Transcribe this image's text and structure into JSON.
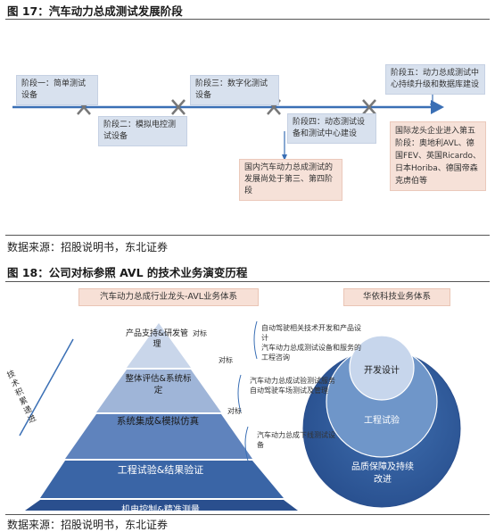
{
  "fig17": {
    "label": "图 17：汽车动力总成测试发展阶段",
    "stages": [
      "阶段一：简单测试设备",
      "阶段二：模拟电控测试设备",
      "阶段三：数字化测试设备",
      "阶段四：动态测试设备和测试中心建设",
      "阶段五：动力总成测试中心持续升级和数据库建设"
    ],
    "note_domestic": "国内汽车动力总成测试的发展尚处于第三、第四阶段",
    "note_intl": "国际龙头企业进入第五阶段：奥地利AVL、德国FEV、英国Ricardo、日本Horiba、德国帝森克虏伯等",
    "source": "数据来源：招股说明书，东北证券"
  },
  "fig18": {
    "label": "图 18：公司对标参照 AVL 的技术业务演变历程",
    "left_header": "汽车动力总成行业龙头-AVL业务体系",
    "right_header": "华依科技业务体系",
    "pyramid_levels": [
      "产品支持&研发管理",
      "整体评估&系统标定",
      "系统集成&模拟仿真",
      "工程试验&结果验证",
      "机电控制&精准测量"
    ],
    "side_label": "技术积累递进",
    "duibiao": "对标",
    "bubbles": [
      [
        "自动驾驶相关技术开发和产品设计",
        "汽车动力总成测试设备和服务的工程咨询"
      ],
      [
        "汽车动力总成试验测试服务",
        "自动驾驶车场测试及管理"
      ],
      [
        "汽车动力总成下线测试设备"
      ]
    ],
    "circles": [
      "开发设计",
      "工程试验",
      "品质保障及持续改进"
    ],
    "source": "数据来源：招股说明书，东北证券"
  }
}
